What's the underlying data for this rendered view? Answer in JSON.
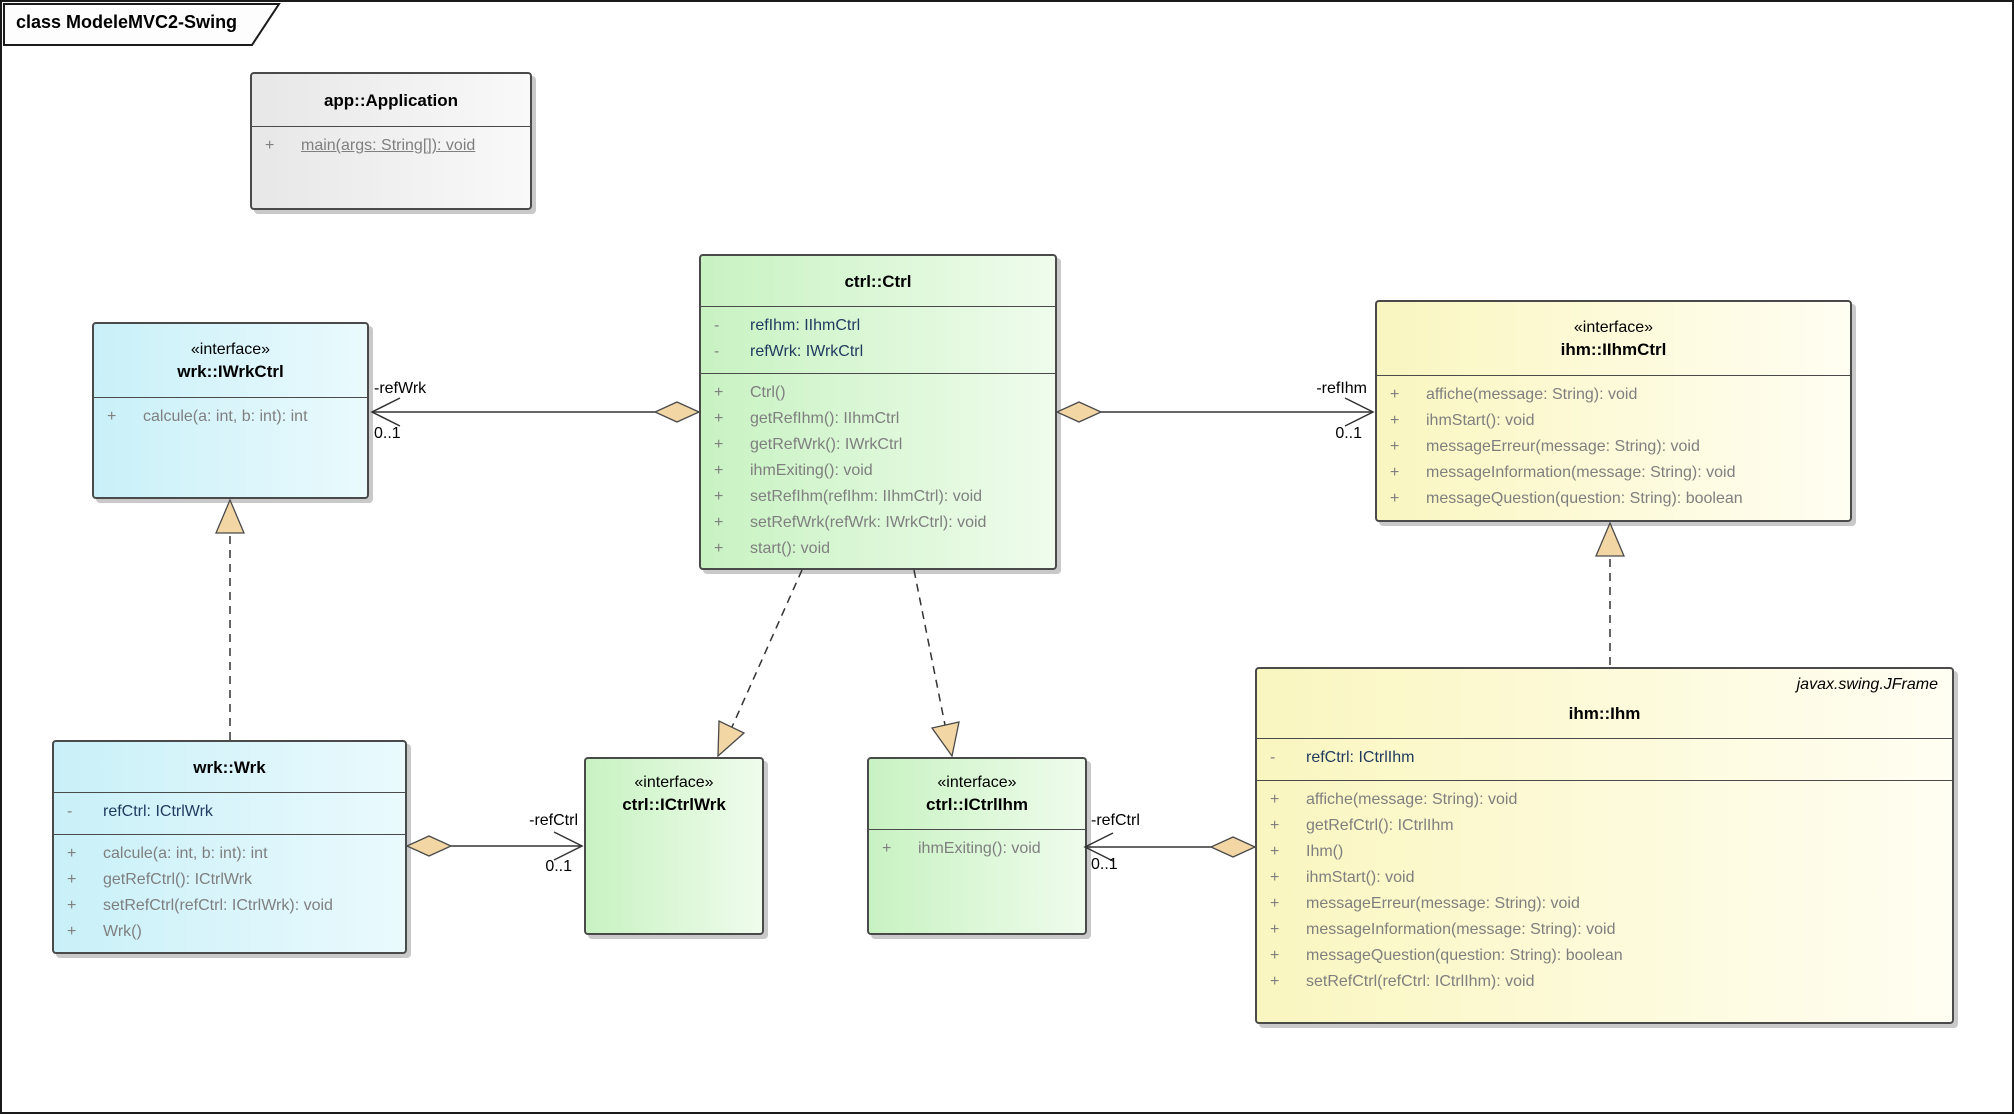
{
  "frame": {
    "title": "class ModeleMVC2-Swing"
  },
  "colors": {
    "class_green": "#c8f2c2",
    "class_cyan": "#c9f0f8",
    "class_yellow": "#faf6c0",
    "class_gray": "#e7e7e7",
    "aggregation_diamond": "#f2d7a4",
    "attribute_text": "#1f3a5f",
    "method_text": "#7f7f7f"
  },
  "classes": {
    "application": {
      "name": "app::Application",
      "methods": [
        {
          "p": "+",
          "t": "main(args: String[]): void"
        }
      ]
    },
    "ctrl": {
      "name": "ctrl::Ctrl",
      "attributes": [
        {
          "p": "-",
          "t": "refIhm: IIhmCtrl"
        },
        {
          "p": "-",
          "t": "refWrk: IWrkCtrl"
        }
      ],
      "methods": [
        {
          "p": "+",
          "t": "Ctrl()"
        },
        {
          "p": "+",
          "t": "getRefIhm(): IIhmCtrl"
        },
        {
          "p": "+",
          "t": "getRefWrk(): IWrkCtrl"
        },
        {
          "p": "+",
          "t": "ihmExiting(): void"
        },
        {
          "p": "+",
          "t": "setRefIhm(refIhm: IIhmCtrl): void"
        },
        {
          "p": "+",
          "t": "setRefWrk(refWrk: IWrkCtrl): void"
        },
        {
          "p": "+",
          "t": "start(): void"
        }
      ]
    },
    "iwrkctrl": {
      "stereotype": "«interface»",
      "name": "wrk::IWrkCtrl",
      "methods": [
        {
          "p": "+",
          "t": "calcule(a: int, b: int): int"
        }
      ]
    },
    "iihmctrl": {
      "stereotype": "«interface»",
      "name": "ihm::IIhmCtrl",
      "methods": [
        {
          "p": "+",
          "t": "affiche(message: String): void"
        },
        {
          "p": "+",
          "t": "ihmStart(): void"
        },
        {
          "p": "+",
          "t": "messageErreur(message: String): void"
        },
        {
          "p": "+",
          "t": "messageInformation(message: String): void"
        },
        {
          "p": "+",
          "t": "messageQuestion(question: String): boolean"
        }
      ]
    },
    "wrk": {
      "name": "wrk::Wrk",
      "attributes": [
        {
          "p": "-",
          "t": "refCtrl: ICtrlWrk"
        }
      ],
      "methods": [
        {
          "p": "+",
          "t": "calcule(a: int, b: int): int"
        },
        {
          "p": "+",
          "t": "getRefCtrl(): ICtrlWrk"
        },
        {
          "p": "+",
          "t": "setRefCtrl(refCtrl: ICtrlWrk): void"
        },
        {
          "p": "+",
          "t": "Wrk()"
        }
      ]
    },
    "ictrlwrk": {
      "stereotype": "«interface»",
      "name": "ctrl::ICtrlWrk"
    },
    "ictrlihm": {
      "stereotype": "«interface»",
      "name": "ctrl::ICtrlIhm",
      "methods": [
        {
          "p": "+",
          "t": "ihmExiting(): void"
        }
      ]
    },
    "ihm": {
      "annotation": "javax.swing.JFrame",
      "name": "ihm::Ihm",
      "attributes": [
        {
          "p": "-",
          "t": "refCtrl: ICtrlIhm"
        }
      ],
      "methods": [
        {
          "p": "+",
          "t": "affiche(message: String): void"
        },
        {
          "p": "+",
          "t": "getRefCtrl(): ICtrlIhm"
        },
        {
          "p": "+",
          "t": "Ihm()"
        },
        {
          "p": "+",
          "t": "ihmStart(): void"
        },
        {
          "p": "+",
          "t": "messageErreur(message: String): void"
        },
        {
          "p": "+",
          "t": "messageInformation(message: String): void"
        },
        {
          "p": "+",
          "t": "messageQuestion(question: String): boolean"
        },
        {
          "p": "+",
          "t": "setRefCtrl(refCtrl: ICtrlIhm): void"
        }
      ]
    }
  },
  "edges": {
    "ctrl_iwrkctrl": {
      "label": "-refWrk",
      "multiplicity": "0..1"
    },
    "ctrl_iihmctrl": {
      "label": "-refIhm",
      "multiplicity": "0..1"
    },
    "wrk_ictrlwrk": {
      "label": "-refCtrl",
      "multiplicity": "0..1"
    },
    "ihm_ictrlihm": {
      "label": "-refCtrl",
      "multiplicity": "0..1"
    }
  }
}
